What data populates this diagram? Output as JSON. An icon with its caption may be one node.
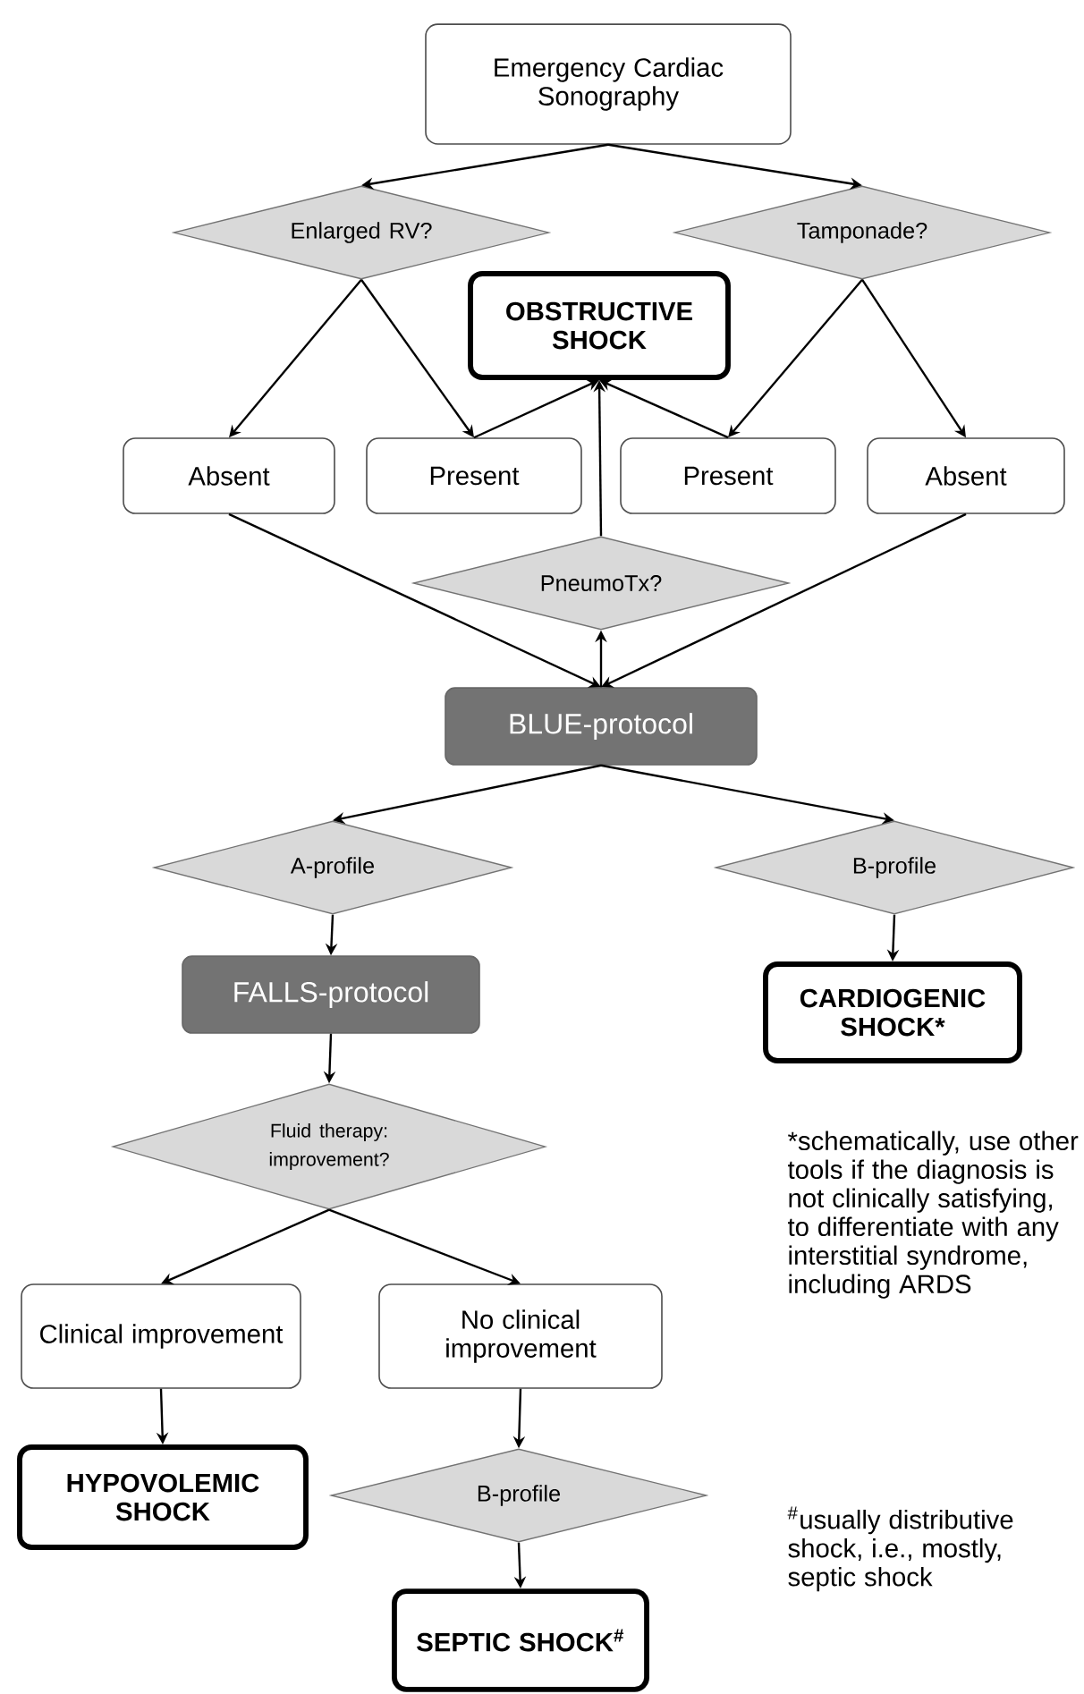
{
  "diagram": {
    "nodes": [
      {
        "text": [
          "Emergency Cardiac Sonography"
        ]
      },
      {
        "text": [
          "Enlarged RV?"
        ]
      },
      {
        "text": [
          "Tamponade?"
        ]
      },
      {
        "text": [
          "OBSTRUCTIVE SHOCK"
        ]
      },
      {
        "text": [
          "Absent"
        ]
      },
      {
        "text": [
          "Present"
        ]
      },
      {
        "text": [
          "Present"
        ]
      },
      {
        "text": [
          "Absent"
        ]
      },
      {
        "text": [
          "PneumoTx?"
        ]
      },
      {
        "text": [
          "BLUE-protocol"
        ]
      },
      {
        "text": [
          "A-profile"
        ]
      },
      {
        "text": [
          "B-profile"
        ]
      },
      {
        "text": [
          "FALLS-protocol"
        ]
      },
      {
        "text": [
          "CARDIOGENIC SHOCK*"
        ]
      },
      {
        "text": [
          "Fluid therapy: improvement?"
        ]
      },
      {
        "text": [
          "Clinical improvement"
        ]
      },
      {
        "text": [
          "No clinical improvement"
        ]
      },
      {
        "text": [
          "HYPOVOLEMIC SHOCK"
        ]
      },
      {
        "text": [
          "B-profile"
        ]
      },
      {
        "text": [
          "SEPTIC SHOCK$^{#}$"
        ]
      }
    ],
    "edges": [
      {
        "from": 0,
        "to": 1,
        "arrow": "to"
      },
      {
        "from": 0,
        "to": 2,
        "arrow": "to"
      },
      {
        "from": 1,
        "to": 4,
        "arrow": "to"
      },
      {
        "from": 1,
        "to": 5,
        "arrow": "to"
      },
      {
        "from": 2,
        "to": 6,
        "arrow": "to"
      },
      {
        "from": 2,
        "to": 7,
        "arrow": "to"
      },
      {
        "from": 5,
        "to": 3,
        "arrow": "to"
      },
      {
        "from": 6,
        "to": 3,
        "arrow": "to"
      },
      {
        "from": 8,
        "to": 3,
        "arrow": "to"
      },
      {
        "from": 4,
        "to": 9,
        "arrow": "to"
      },
      {
        "from": 7,
        "to": 9,
        "arrow": "to"
      },
      {
        "from": 9,
        "to": 8,
        "arrow": "to"
      },
      {
        "from": 9,
        "to": 10,
        "arrow": "to"
      },
      {
        "from": 9,
        "to": 11,
        "arrow": "to"
      },
      {
        "from": 10,
        "to": 12,
        "arrow": "to"
      },
      {
        "from": 11,
        "to": 13,
        "arrow": "to"
      },
      {
        "from": 12,
        "to": 14,
        "arrow": "to"
      },
      {
        "from": 14,
        "to": 15,
        "arrow": "to"
      },
      {
        "from": 14,
        "to": 16,
        "arrow": "to"
      },
      {
        "from": 15,
        "to": 17,
        "arrow": "to"
      },
      {
        "from": 16,
        "to": 18,
        "arrow": "to"
      },
      {
        "from": 18,
        "to": 19,
        "arrow": "to"
      }
    ],
    "labels": [
      "*schematically, use other tools if the diagnosis is not clinically satisfying, to differentiate with any interstitial syndrome, including ARDS",
      "$^{#}$usually distributive shock, i.e., mostly, septic shock"
    ]
  }
}
